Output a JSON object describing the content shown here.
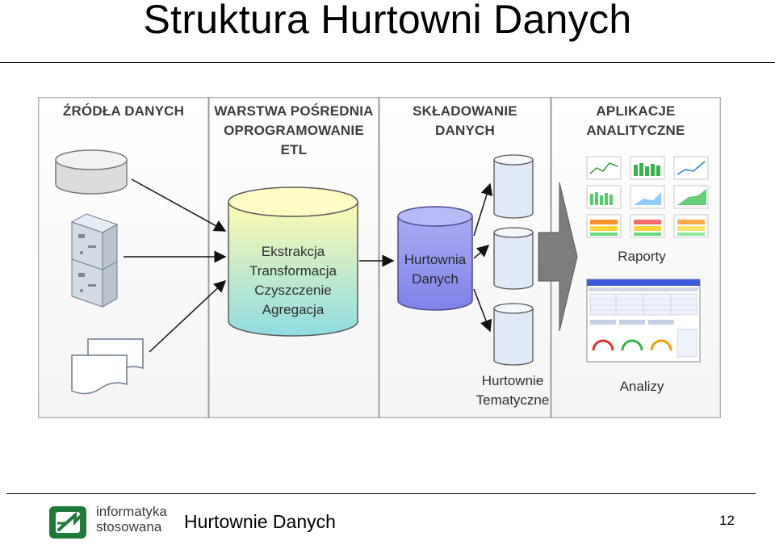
{
  "title": "Struktura Hurtowni Danych",
  "diagram": {
    "columns": [
      {
        "line1": "ŹRÓDŁA DANYCH",
        "line2": "",
        "line3": ""
      },
      {
        "line1": "WARSTWA POŚREDNIA",
        "line2": "OPROGRAMOWANIE",
        "line3": "ETL"
      },
      {
        "line1": "SKŁADOWANIE",
        "line2": "DANYCH",
        "line3": ""
      },
      {
        "line1": "APLIKACJE",
        "line2": "ANALITYCZNE",
        "line3": ""
      }
    ],
    "etl_steps": [
      "Ekstrakcja",
      "Transformacja",
      "Czyszczenie",
      "Agregacja"
    ],
    "warehouse": [
      "Hurtownia",
      "Danych"
    ],
    "data_marts": [
      "Hurtownie",
      "Tematyczne"
    ],
    "reports_label": "Raporty",
    "analysis_label": "Analizy"
  },
  "footer": {
    "logo_line1": "informatyka",
    "logo_line2": "stosowana",
    "title": "Hurtownie Danych",
    "page": "12"
  },
  "colors": {
    "panel_border": "#b5b5b5",
    "etl_top": "#fffbb0",
    "etl_bottom": "#8fdbe3",
    "warehouse": "#8d90ee",
    "logo_green": "#1f7a3a"
  }
}
